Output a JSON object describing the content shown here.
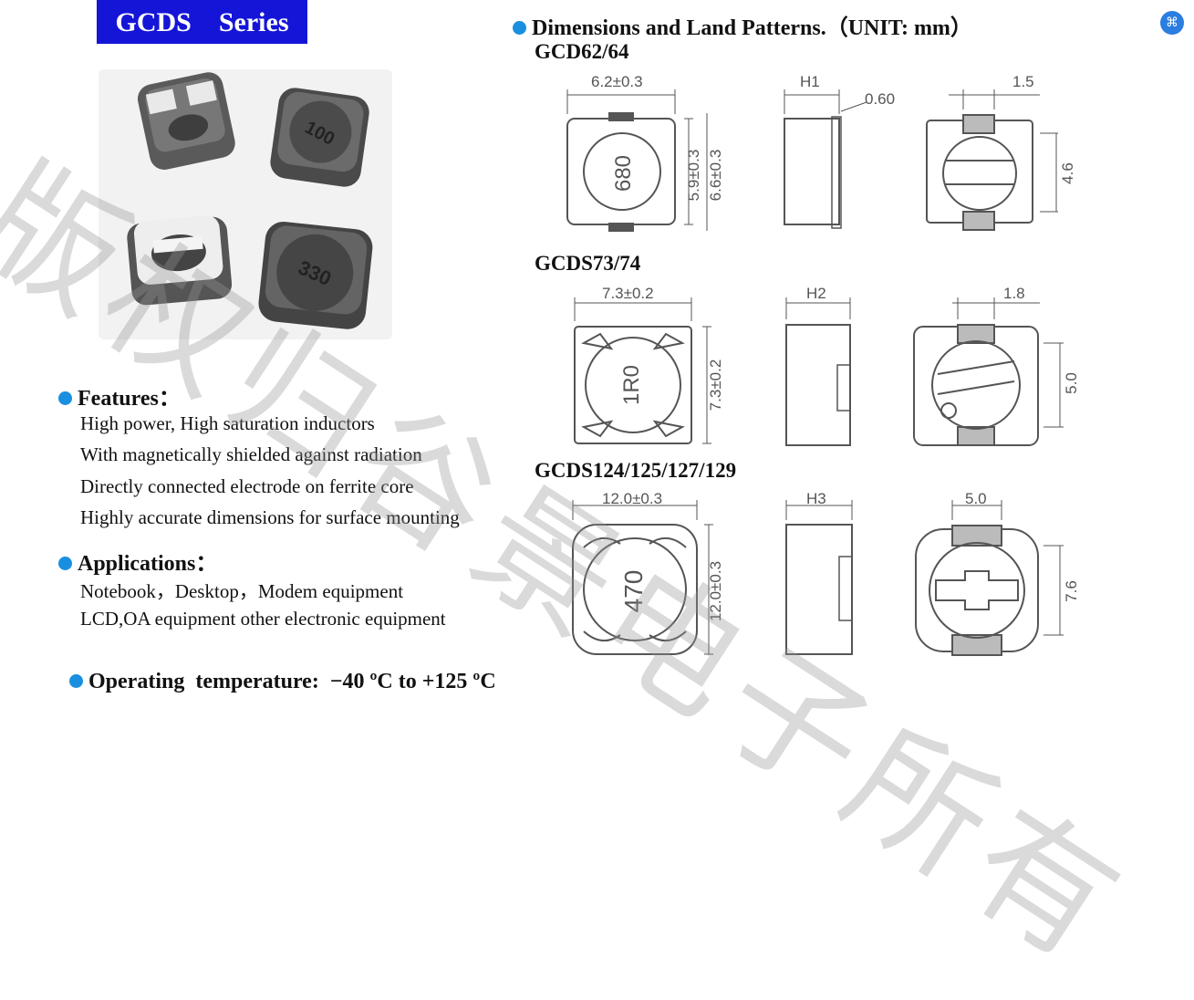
{
  "title": "GCDS    Series",
  "dimensions_heading": "Dimensions and Land Patterns.（UNIT: mm）",
  "features": {
    "heading": "Features：",
    "items": [
      "High power, High saturation inductors",
      "With magnetically shielded against radiation",
      "Directly connected electrode on ferrite core",
      "Highly accurate dimensions for surface mounting"
    ]
  },
  "applications": {
    "heading": "Applications：",
    "items": [
      "Notebook，Desktop，Modem equipment",
      "LCD,OA equipment other electronic equipment"
    ]
  },
  "operating_temperature": "Operating  temperature:  −40 ºC to +125 ºC",
  "photo": {
    "marking_top": "100",
    "marking_bottom": "330"
  },
  "watermark": "版权归谷景电子所有",
  "models": [
    {
      "name": "GCD62/64",
      "width": "6.2±0.3",
      "height_label": "H1",
      "terminal": "0.60",
      "inner_height": "5.9±0.3",
      "outer_height": "6.6±0.3",
      "marking": "680",
      "pad_width": "1.5",
      "pad_gap": "4.6"
    },
    {
      "name": "GCDS73/74",
      "width": "7.3±0.2",
      "height_label": "H2",
      "outer_height": "7.3±0.2",
      "marking": "1R0",
      "pad_width": "1.8",
      "pad_gap": "5.0"
    },
    {
      "name": "GCDS124/125/127/129",
      "width": "12.0±0.3",
      "height_label": "H3",
      "outer_height": "12.0±0.3",
      "marking": "470",
      "pad_width": "5.0",
      "pad_gap": "7.6"
    }
  ],
  "colors": {
    "title_bg": "#1515d8",
    "bullet": "#1a8fe0",
    "drawing_line": "#555555"
  }
}
